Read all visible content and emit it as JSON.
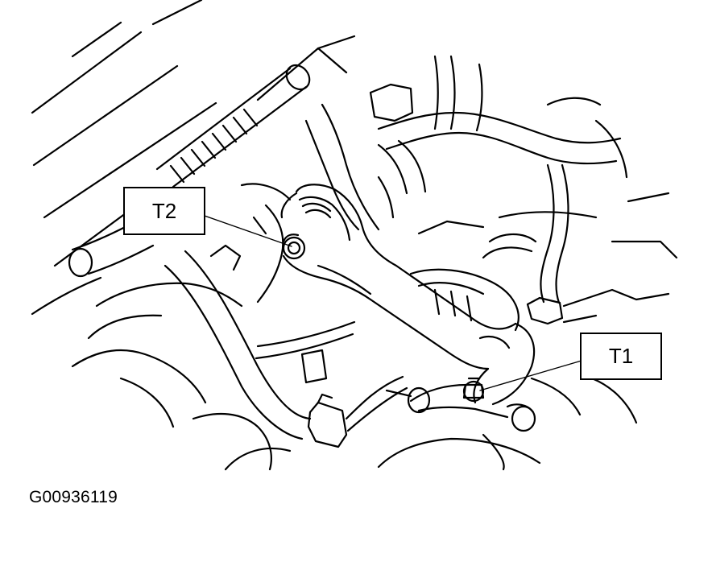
{
  "callouts": {
    "t2": "T2",
    "t1": "T1"
  },
  "figure_id": "G00936119",
  "colors": {
    "line": "#000000",
    "background": "#ffffff"
  }
}
